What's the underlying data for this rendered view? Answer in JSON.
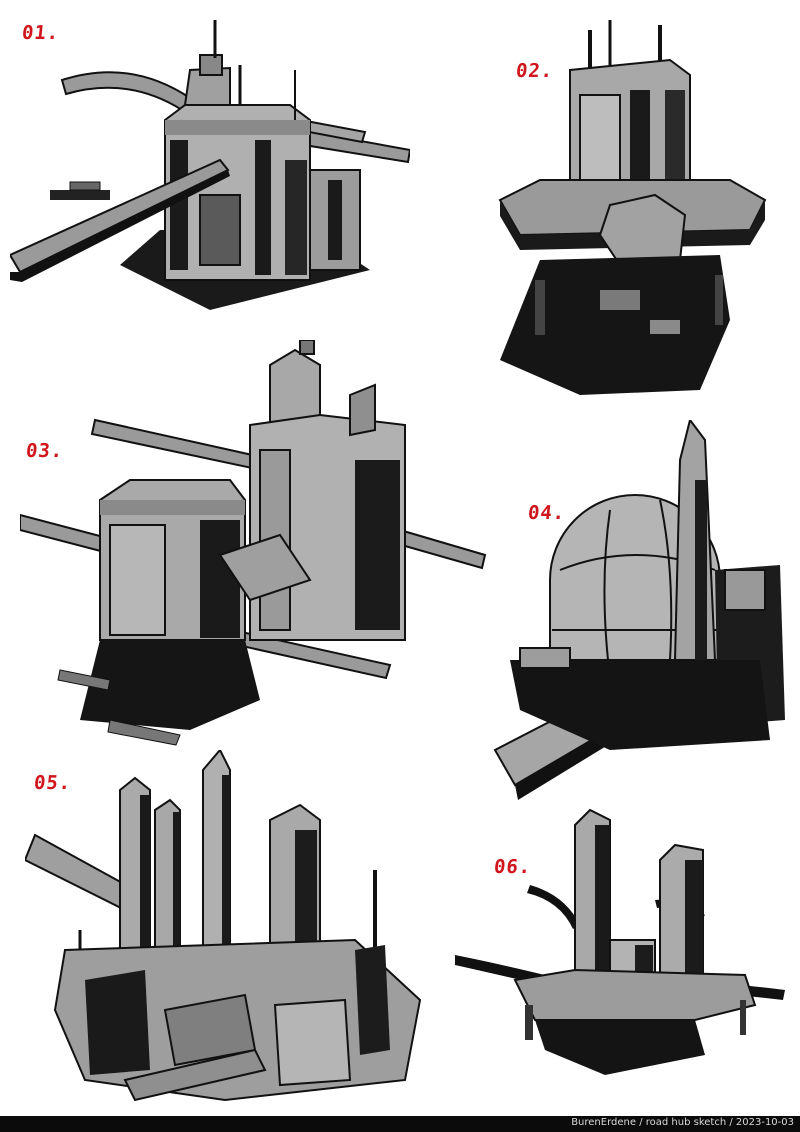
{
  "labels": {
    "s1": "01.",
    "s2": "02.",
    "s3": "03.",
    "s4": "04.",
    "s5": "05.",
    "s6": "06."
  },
  "footer": {
    "credit": "BurenErdene / road hub sketch / 2023-10-03"
  },
  "colors": {
    "label": "#d0161c",
    "ink": "#111111",
    "mid_grey": "#8c8c8c",
    "light_grey": "#b3b3b3",
    "footer_bg": "#0b0b0b"
  }
}
